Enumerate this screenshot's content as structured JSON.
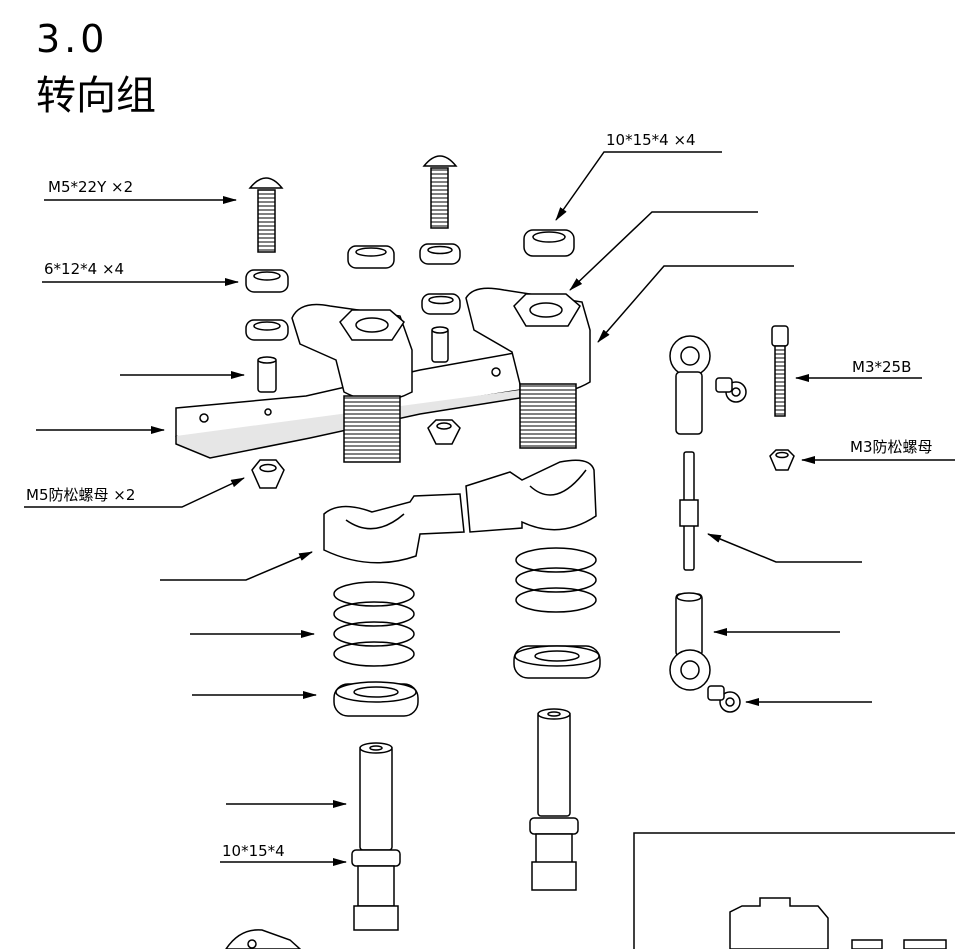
{
  "header": {
    "section_number": "3.0",
    "section_title": "转向组"
  },
  "callouts": [
    {
      "id": "bolt-m5",
      "text": "M5*22Y ×2"
    },
    {
      "id": "bearing-6x12",
      "text": "6*12*4 ×4"
    },
    {
      "id": "bearing-10x15-top",
      "text": "10*15*4 ×4"
    },
    {
      "id": "screw-m3",
      "text": "M3*25B"
    },
    {
      "id": "nut-m3",
      "text": "M3防松螺母"
    },
    {
      "id": "nut-m5",
      "text": "M5防松螺母 ×2"
    },
    {
      "id": "bearing-10x15-bottom",
      "text": "10*15*4"
    }
  ],
  "colors": {
    "line": "#000000",
    "background": "#ffffff",
    "part_fill": "#ffffff",
    "shade": "#d9d9d9"
  }
}
